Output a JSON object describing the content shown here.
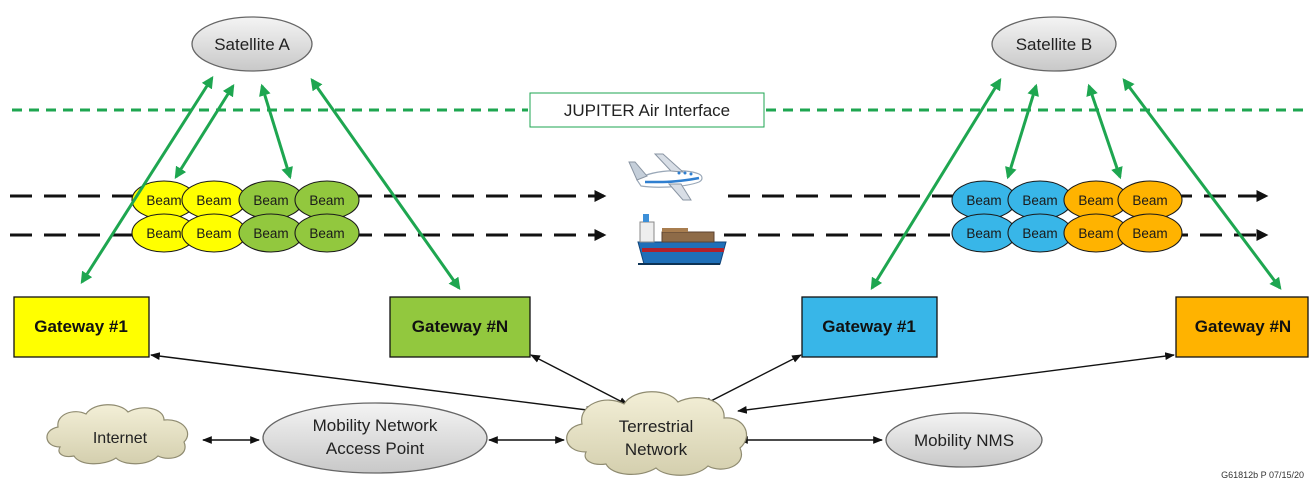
{
  "satellites": {
    "a": {
      "label": "Satellite A"
    },
    "b": {
      "label": "Satellite B"
    }
  },
  "air_interface": {
    "label": "JUPITER   Air Interface"
  },
  "beams": {
    "label": "Beam",
    "colors": {
      "yellow": "#ffff00",
      "green": "#92c83e",
      "blue": "#38b6e8",
      "orange": "#ffb300"
    }
  },
  "gateways": {
    "a_first": {
      "label": "Gateway #1",
      "color": "#ffff00"
    },
    "a_last": {
      "label": "Gateway #N",
      "color": "#92c83e"
    },
    "b_first": {
      "label": "Gateway #1",
      "color": "#38b6e8"
    },
    "b_last": {
      "label": "Gateway #N",
      "color": "#ffb300"
    }
  },
  "terrestrial": {
    "internet": {
      "label": "Internet"
    },
    "access_point": {
      "line1": "Mobility Network",
      "line2": "Access Point"
    },
    "network": {
      "line1": "Terrestrial",
      "line2": "Network"
    },
    "nms": {
      "label": "Mobility NMS"
    }
  },
  "vehicles": {
    "plane_icon": "airplane-icon",
    "ship_icon": "ship-icon"
  },
  "link_color": "#1ea650",
  "footnote": "G61812b P 07/15/20"
}
